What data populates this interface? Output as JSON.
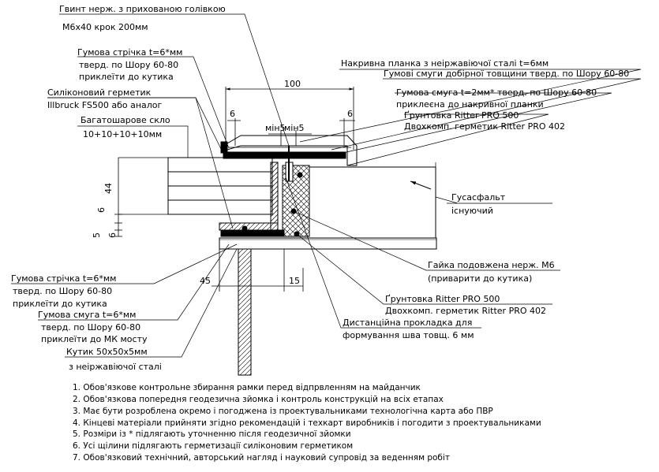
{
  "labels": {
    "screw_1": "Гвинт нерж. з прихованою голівкою",
    "screw_2": "М6х40 крок 200мм",
    "tape_top_1": "Гумова стрічка t=6*мм",
    "tape_top_2": "тверд. по Шору 60-80",
    "tape_top_3": "приклеїти до кутика",
    "sealant_1": "Силіконовий герметик",
    "sealant_2": "Illbruck FS500 або аналог",
    "glass_1": "Багатошарове скло",
    "glass_2": "10+10+10+10мм",
    "cover_plate": "Накривна планка з неіржавіючої сталі t=6мм",
    "rubber_strips": "Гумові смуги добірної товщини тверд. по Шору 60-80",
    "rubber_band_1": "Гумова смуга t=2мм* тверд. по Шору 60-80",
    "rubber_band_2": "приклеєна до накривної планки",
    "primer_top_1": "Ґрунтовка Ritter PRO 500",
    "primer_top_2": "Двохкомп. герметик Ritter PRO 402",
    "asphalt_1": "Гусасфальт",
    "asphalt_2": "існуючий",
    "nut_1": "Гайка подовжена нерж. М6",
    "nut_2": "(приварити до кутика)",
    "primer_bot_1": "Ґрунтовка Ritter PRO 500",
    "primer_bot_2": "Двохкомп. герметик Ritter PRO 402",
    "spacer_1": "Дистанційна прокладка для",
    "spacer_2": "формування шва товщ. 6 мм",
    "tape_bot_1": "Гумова стрічка t=6*мм",
    "tape_bot_2": "тверд. по Шору 60-80",
    "tape_bot_3": "приклеїти до кутика",
    "band_bot_1": "Гумова смуга t=6*мм",
    "band_bot_2": "тверд. по Шору 60-80",
    "band_bot_3": "приклеїти до МК мосту",
    "angle_1": "Кутик 50х50х5мм",
    "angle_2": "з неіржавіючої сталі"
  },
  "dimensions": {
    "d100": "100",
    "d6_left": "6",
    "d6_right": "6",
    "min5_a": "мін5",
    "min5_b": "мін5",
    "d44": "44",
    "d6_v": "6",
    "d5": "5",
    "d6_v2": "6",
    "d45": "45",
    "d15": "15"
  },
  "notes": [
    "1. Обов'язкове контрольне збирання рамки перед відпрвленням на майданчик",
    "2. Обов'язкова попередня геодезична зйомка і контроль конструкцій на всіх етапах",
    "3. Має бути розроблена окремо і погоджена із проектувальниками технологічна карта або ПВР",
    "4. Кінцеві матеріали прийняти згідно рекомендацій і техкарт виробників і погодити з проектувальниками",
    "5. Розміри із * підлягають уточненню після геодезичної зйомки",
    "6. Усі щілини підлягають герметизації силіконовим герметиком",
    "7. Обов'язковий технічний, авторський нагляд і науковий супровід за веденням робіт"
  ]
}
